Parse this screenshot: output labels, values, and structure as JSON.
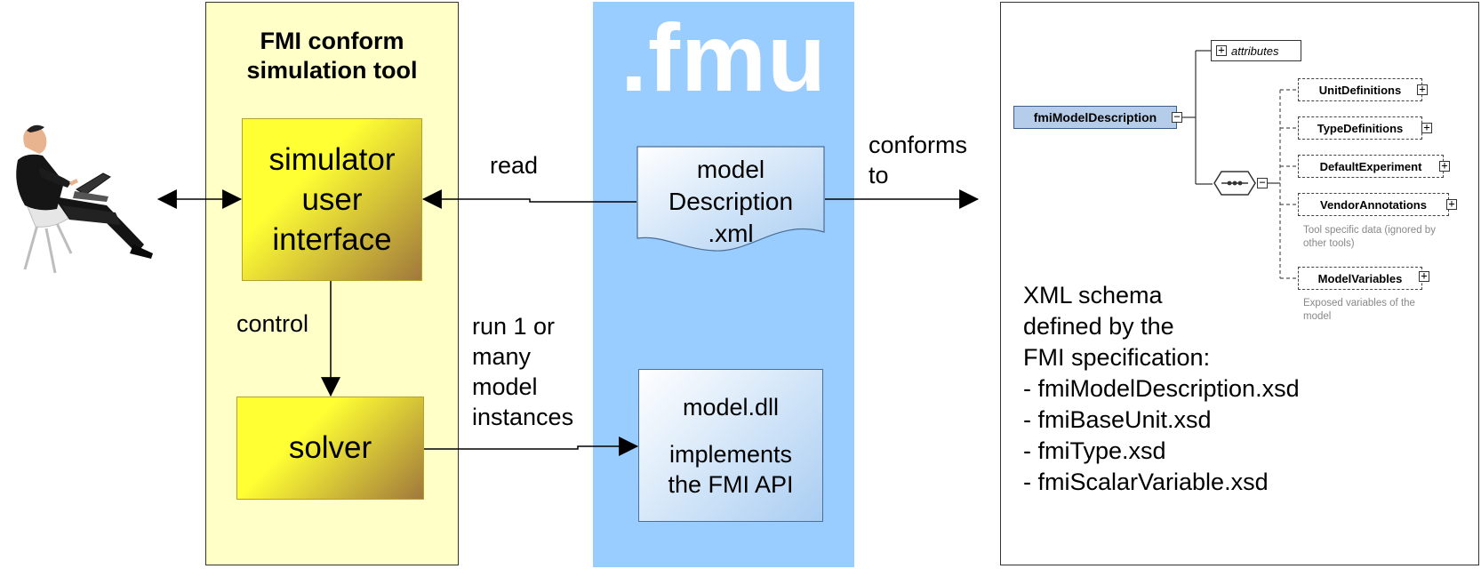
{
  "tool": {
    "title_line1": "FMI conform",
    "title_line2": "simulation tool",
    "simulator_ui": {
      "line1": "simulator",
      "line2": "user",
      "line3": "interface"
    },
    "solver": "solver",
    "control_label": "control"
  },
  "fmu": {
    "title": ".fmu",
    "model_description": {
      "line1": "model",
      "line2": "Description",
      "line3": ".xml"
    },
    "model_dll": {
      "name": "model.dll",
      "line1": "implements",
      "line2": "the FMI API"
    }
  },
  "labels": {
    "read": "read",
    "run": [
      "run 1 or",
      "many",
      "model",
      "instances"
    ],
    "conforms": [
      "conforms",
      "to"
    ]
  },
  "schema": {
    "root": "fmiModelDescription",
    "attributes": "attributes",
    "elements": [
      {
        "name": "UnitDefinitions"
      },
      {
        "name": "TypeDefinitions"
      },
      {
        "name": "DefaultExperiment"
      },
      {
        "name": "VendorAnnotations",
        "note": "Tool specific data (ignored by other tools)"
      },
      {
        "name": "ModelVariables",
        "note": "Exposed variables of the model"
      }
    ],
    "description": [
      "XML schema",
      "defined by the",
      "FMI specification:",
      "- fmiModelDescription.xsd",
      "- fmiBaseUnit.xsd",
      "- fmiType.xsd",
      "- fmiScalarVariable.xsd"
    ]
  },
  "colors": {
    "tool_panel": "#ffffc8",
    "fmu_band": "#99ccff",
    "box_gradient_start": "#ffff33",
    "box_gradient_end": "#a0783c",
    "doc_gradient_start": "#ffffff",
    "doc_gradient_end": "#a9cdf2"
  }
}
